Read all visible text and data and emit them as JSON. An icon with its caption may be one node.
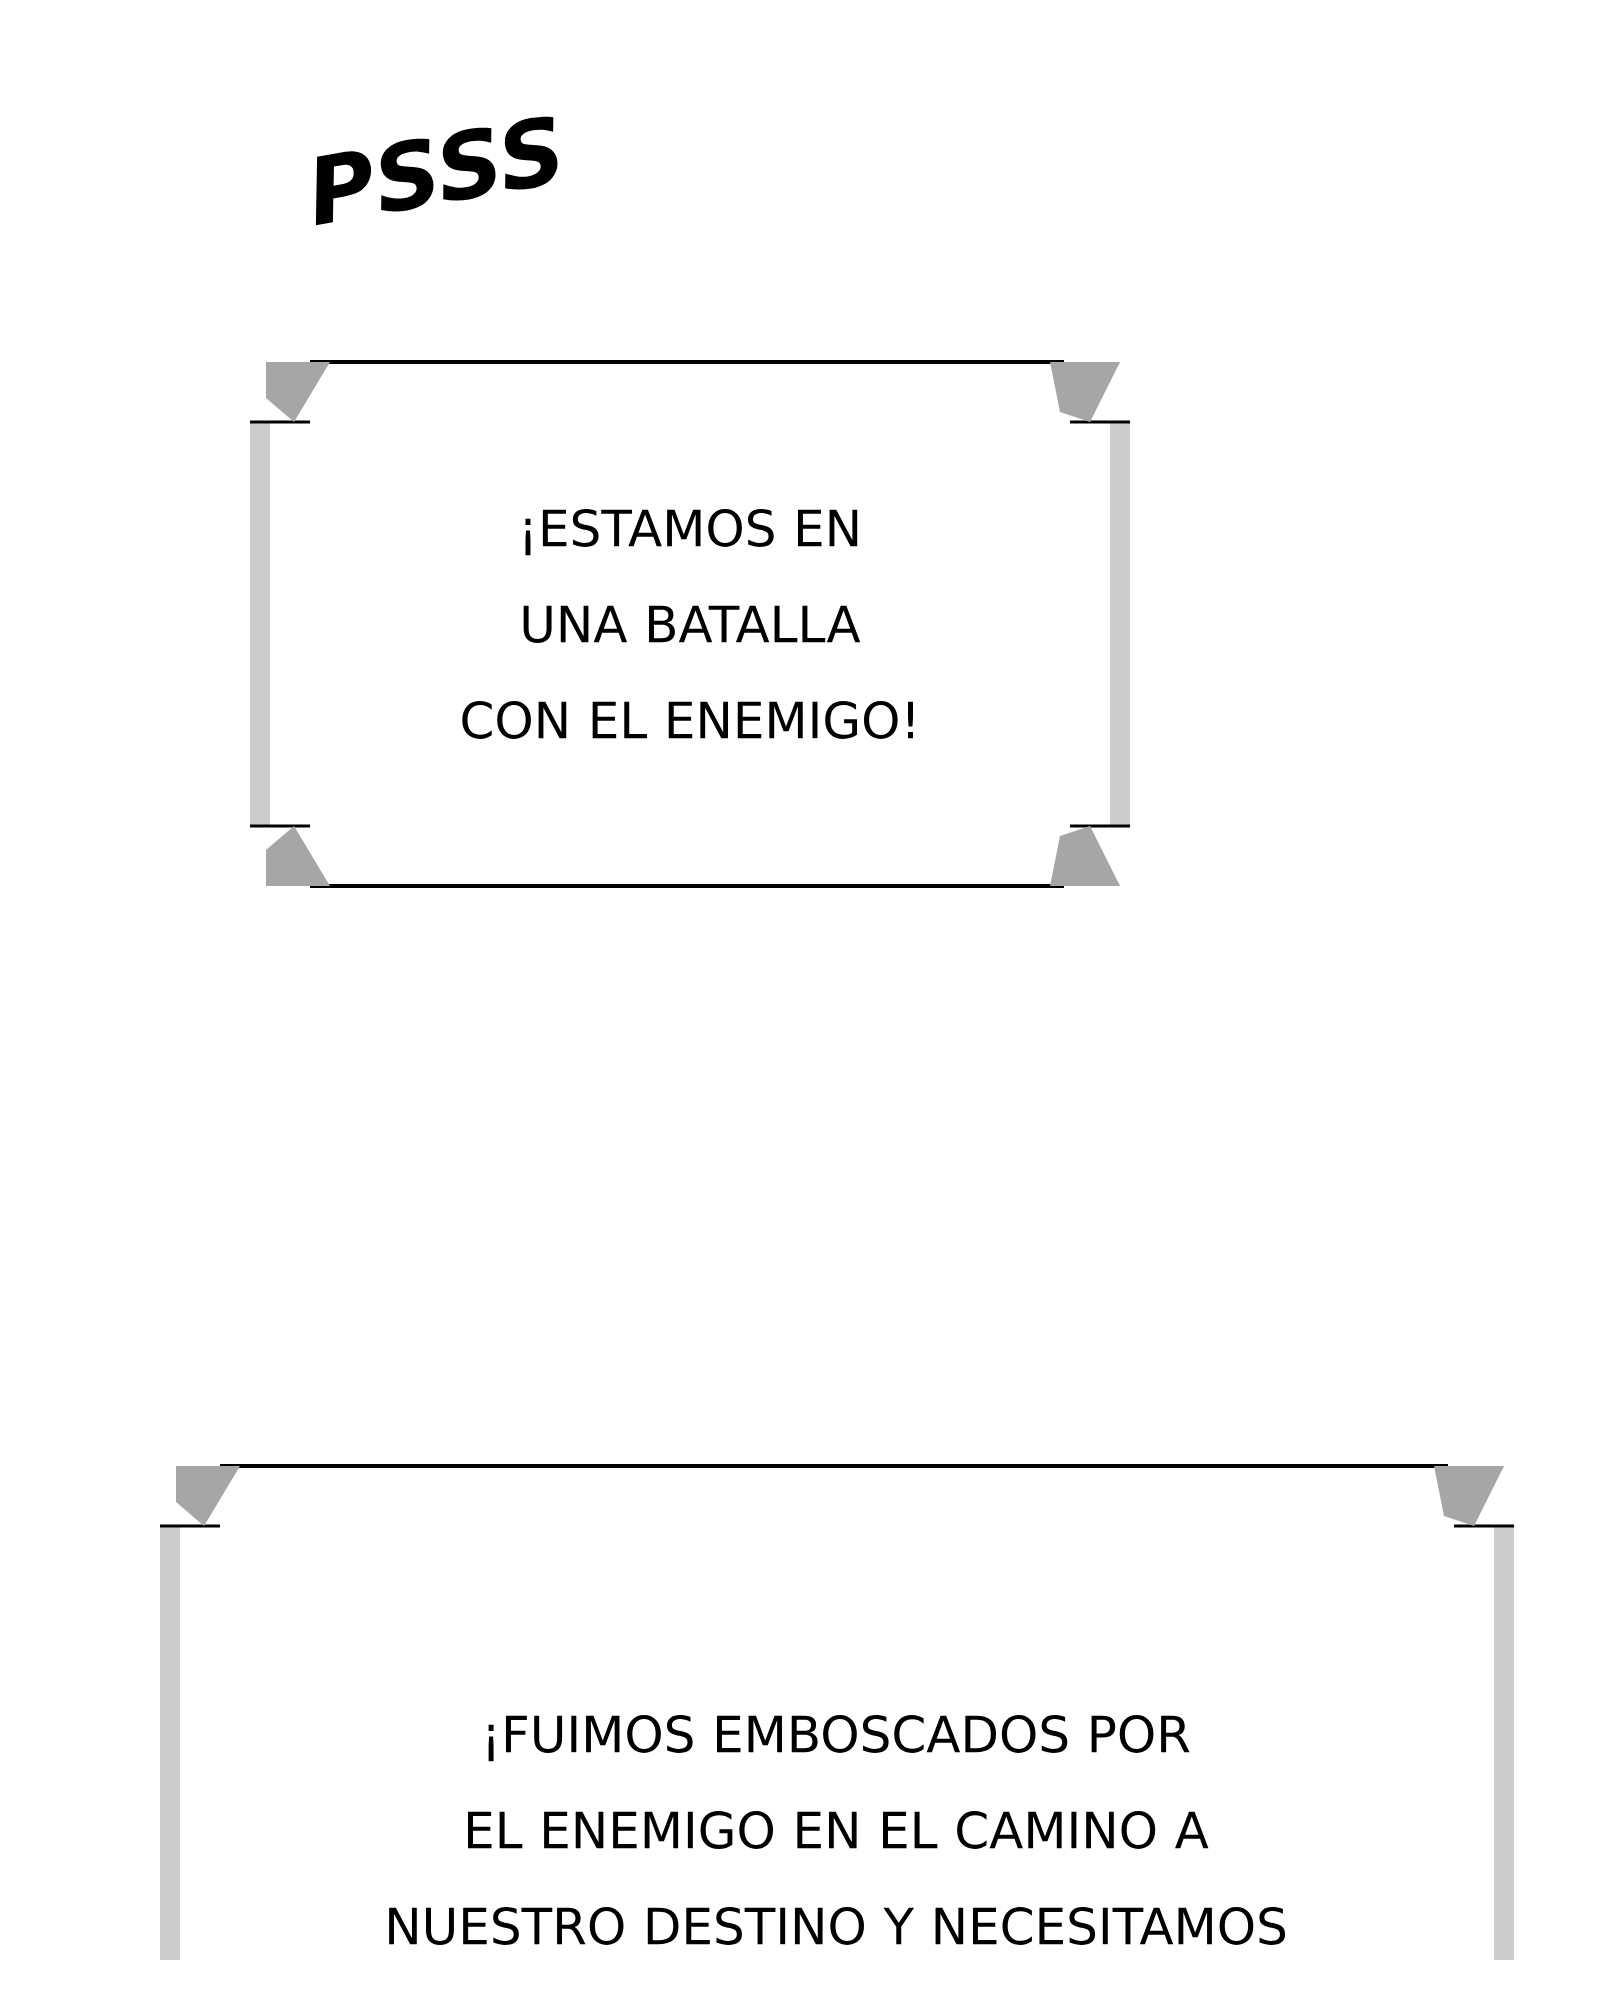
{
  "diagram": {
    "nodes": [
      {
        "text": [
          "¡ESTAMOS EN UNA BATALLA CON EL ENEMIGO!"
        ]
      },
      {
        "text": [
          "¡FUIMOS EMBOSCADOS POR EL ENEMIGO EN EL CAMINO A NUESTRO DESTINO Y NECESITAMOS"
        ]
      }
    ],
    "labels": [
      "PSSS"
    ]
  }
}
